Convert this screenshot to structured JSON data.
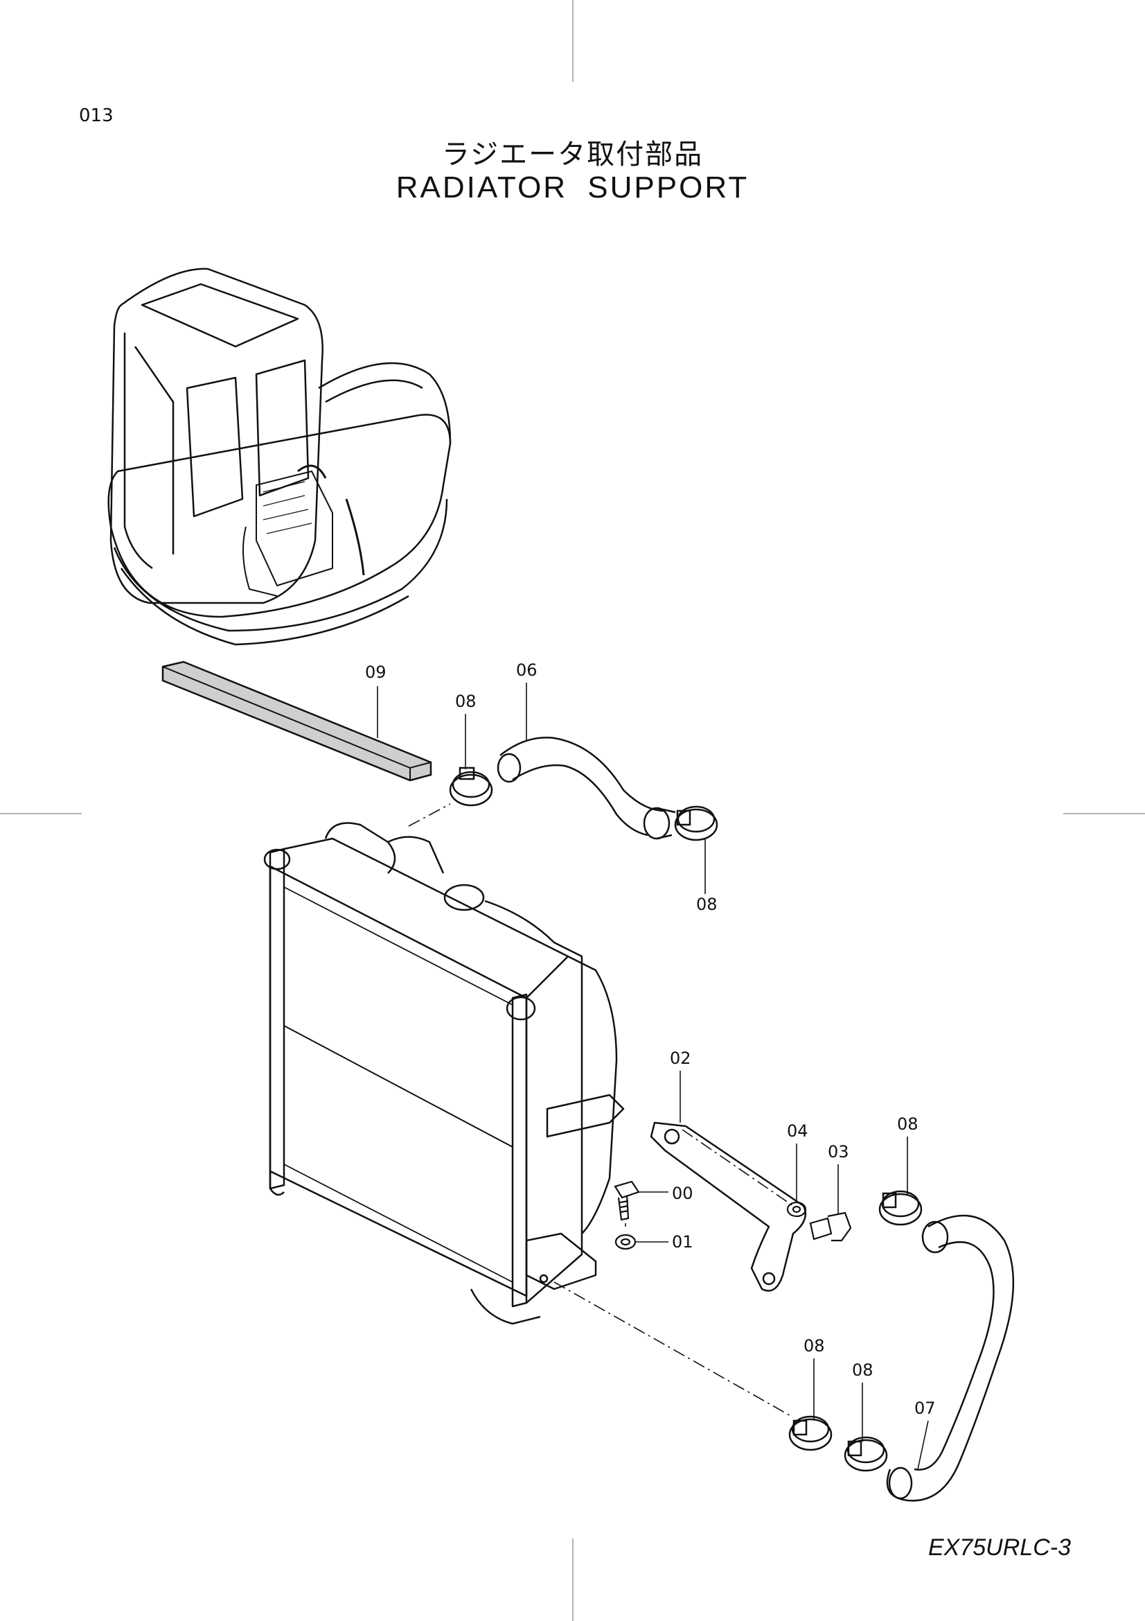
{
  "header": {
    "page_number": "013",
    "title_jp": "ラジエータ取付部品",
    "title_en": "RADIATOR  SUPPORT"
  },
  "footer": {
    "model": "EX75URLC-3"
  },
  "callouts": {
    "c09": "09",
    "c06": "06",
    "c08a": "08",
    "c08b": "08",
    "c02": "02",
    "c04": "04",
    "c03": "03",
    "c08c": "08",
    "c00": "00",
    "c01": "01",
    "c08d": "08",
    "c08e": "08",
    "c07": "07"
  }
}
